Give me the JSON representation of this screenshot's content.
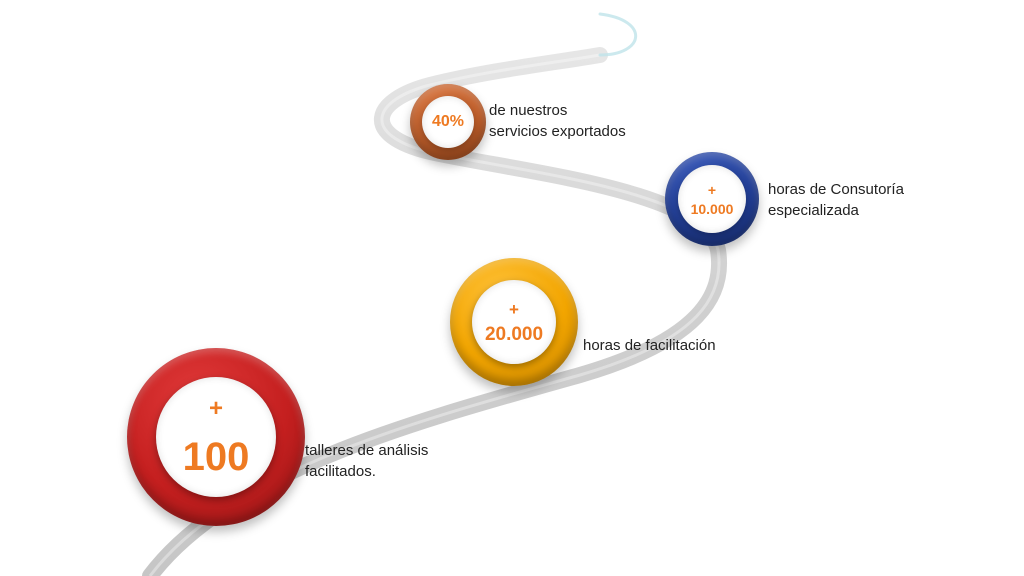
{
  "colors": {
    "orange_text": "#ee7a22",
    "road": "#c8c8c8",
    "ring_red": "#c41f1f",
    "ring_yellow": "#f2a500",
    "ring_blue": "#23409a",
    "ring_brown": "#c3602b"
  },
  "milestones": [
    {
      "plus": "+",
      "value": "100",
      "caption": [
        "talleres de análisis",
        "facilitados."
      ],
      "ring": "red"
    },
    {
      "plus": "+",
      "value": "20.000",
      "caption": [
        "horas de facilitación"
      ],
      "ring": "yellow"
    },
    {
      "plus": "+",
      "value": "10.000",
      "caption": [
        "horas de Consutoría",
        "especializada"
      ],
      "ring": "blue"
    },
    {
      "plus": "",
      "value": "40%",
      "caption": [
        "de nuestros",
        "servicios exportados"
      ],
      "ring": "brown"
    }
  ]
}
